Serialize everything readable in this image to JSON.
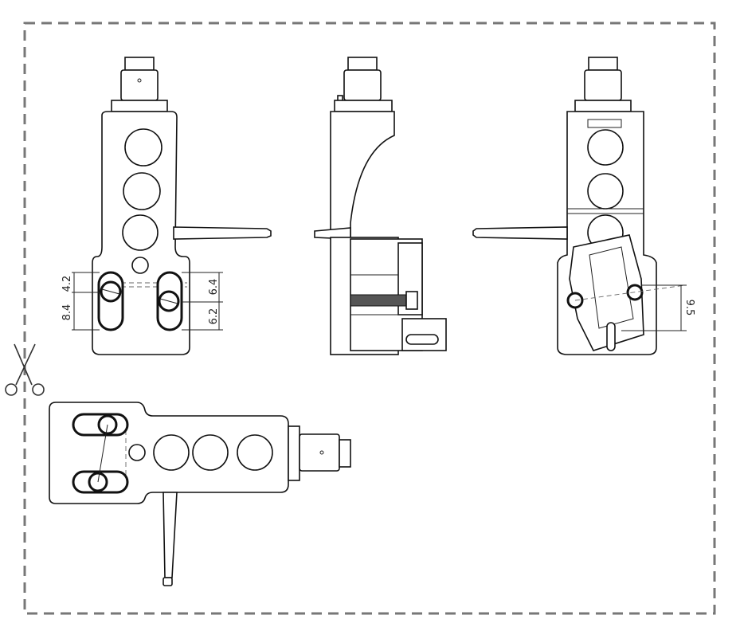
{
  "drawing": {
    "title": "Headshell technical drawing",
    "dimensions": {
      "front_top_offset": "4.2",
      "front_slot_length": "8.4",
      "front_right_upper": "6.4",
      "front_right_lower": "6.2",
      "back_mount_spacing": "9.5"
    },
    "colors": {
      "cut_border": "#777777",
      "line": "#111111"
    }
  }
}
